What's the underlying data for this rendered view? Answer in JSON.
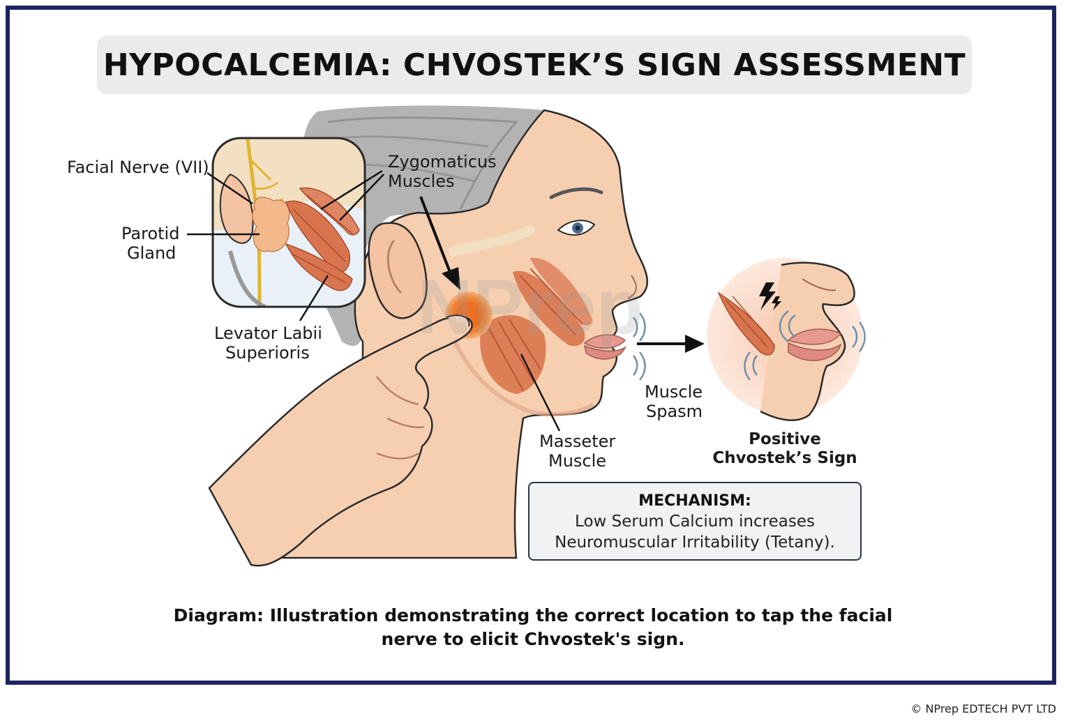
{
  "title": "HYPOCALCEMIA: CHVOSTEK’S SIGN ASSESSMENT",
  "labels": {
    "facial_nerve": "Facial Nerve (VII)",
    "zygomaticus_1": "Zygomaticus",
    "zygomaticus_2": "Muscles",
    "parotid_1": "Parotid",
    "parotid_2": "Gland",
    "levator_1": "Levator Labii",
    "levator_2": "Superioris",
    "masseter_1": "Masseter",
    "masseter_2": "Muscle",
    "spasm_1": "Muscle",
    "spasm_2": "Spasm",
    "positive_1": "Positive",
    "positive_2": "Chvostek’s Sign"
  },
  "watermark": "NPrep",
  "mechanism": {
    "heading": "MECHANISM:",
    "line1": "Low Serum Calcium increases",
    "line2": "Neuromuscular Irritability (Tetany)."
  },
  "caption": {
    "line1": "Diagram: Illustration demonstrating the correct location to tap the facial",
    "line2": "nerve to elicit Chvostek's sign."
  },
  "copyright": "© NPrep EDTECH PVT LTD",
  "colors": {
    "frame": "#1d2463",
    "skin": "#f6cfb1",
    "muscle": "#d9754e",
    "tap_point": "#ee7a2a",
    "hair": "#8f8f8f"
  }
}
